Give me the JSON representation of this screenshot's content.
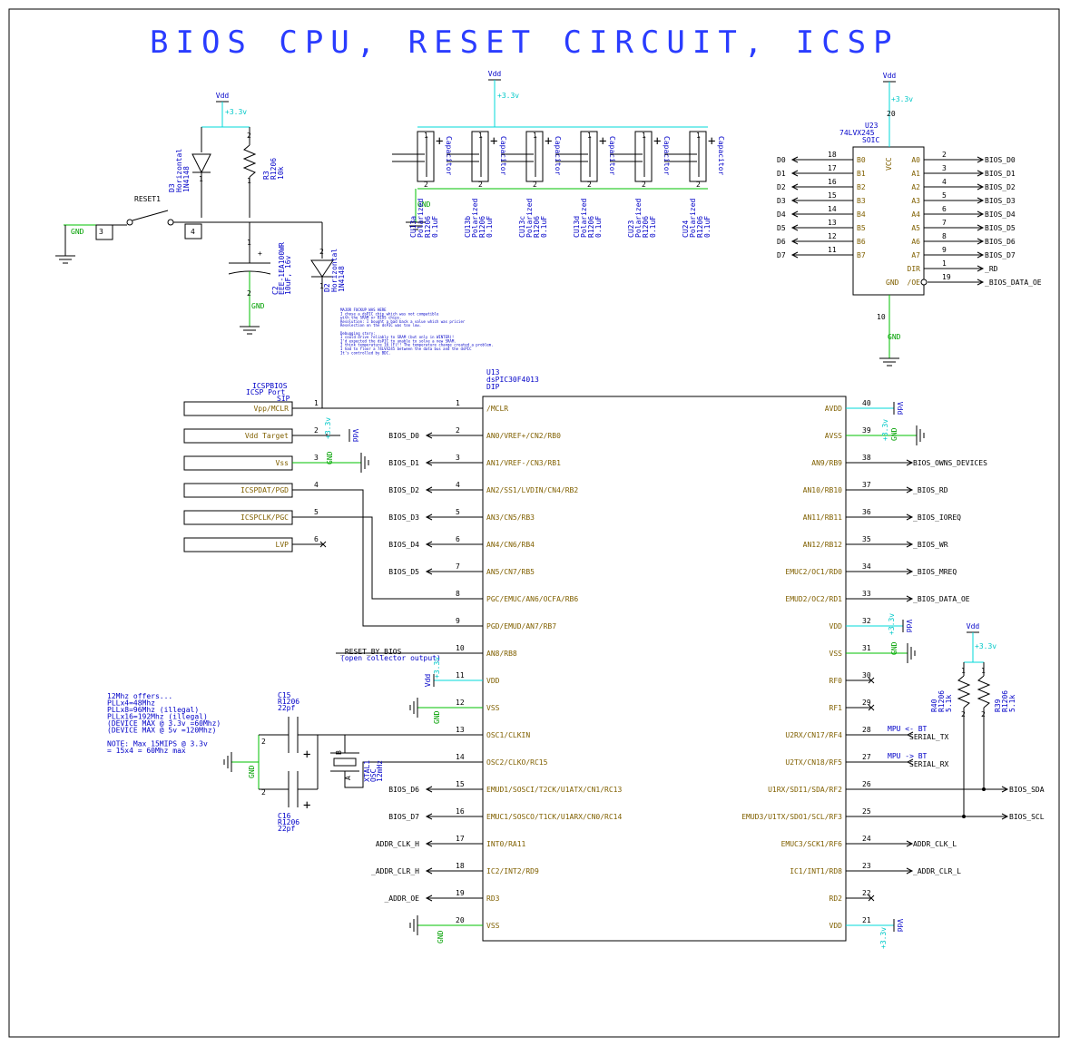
{
  "title": "BIOS CPU, RESET CIRCUIT, ICSP",
  "power": {
    "vdd": "Vdd",
    "v33": "+3.3v",
    "gnd": "GND"
  },
  "reset_circuit": {
    "switch": "RESET1",
    "sw_pins": [
      "3",
      "4"
    ],
    "d3": [
      "D3",
      "Horizontal",
      "1N4148"
    ],
    "r3": [
      "R3",
      "R1206",
      "10k"
    ],
    "c2": [
      "C2",
      "EEE-1EA100WR",
      "10uF, 16v"
    ],
    "d2": [
      "D2",
      "Horizontal",
      "1N4148"
    ],
    "pin1": "1",
    "pin2": "2"
  },
  "decoupling_caps": [
    {
      "ref": "CU13a",
      "pkg": "Polarized",
      "foot": "R1206",
      "val": "0.1uF",
      "type": "Capacitor"
    },
    {
      "ref": "CU13b",
      "pkg": "Polarized",
      "foot": "R1206",
      "val": "0.1uF",
      "type": "Capacitor"
    },
    {
      "ref": "CU13c",
      "pkg": "Polarized",
      "foot": "R1206",
      "val": "0.1uF",
      "type": "Capacitor"
    },
    {
      "ref": "CU13d",
      "pkg": "Polarized",
      "foot": "R1206",
      "val": "0.1uF",
      "type": "Capacitor"
    },
    {
      "ref": "CU23",
      "pkg": "Polarized",
      "foot": "R1206",
      "val": "0.1uF",
      "type": "Capacitor"
    },
    {
      "ref": "CU24",
      "pkg": "Polarized",
      "foot": "R1206",
      "val": "0.1uF",
      "type": "Capacitor"
    }
  ],
  "notes": [
    "MAJOR FUCKUP WAS HERE",
    "I chose a dsPIC chip which was not compatible",
    "with the SRAM or BIOS chips.",
    "Resolution: I bought a bad back a value which was pricier",
    "Reselection on the dsPIC was too low.",
    "",
    "Debugging story:",
    "I could drive reliably to SRAM (but only in WINTER)!",
    "I'd expected the dsPIC to unable to solve a new SRAM.",
    "I think temperature 16 (F)!! The temperature change created a problem.",
    "I had to floor a 74LVX245 between the data bus and the dsPIC",
    "It's controlled by BDC."
  ],
  "u23": {
    "ref": "U23",
    "part": "74LVX245",
    "pkg": "SOIC",
    "vcc": "VCC",
    "vcc_pin": "20",
    "gnd": "GND",
    "gnd_pin": "10",
    "b_pins": [
      {
        "pin": "18",
        "label": "B0",
        "net": "D0"
      },
      {
        "pin": "17",
        "label": "B1",
        "net": "D1"
      },
      {
        "pin": "16",
        "label": "B2",
        "net": "D2"
      },
      {
        "pin": "15",
        "label": "B3",
        "net": "D3"
      },
      {
        "pin": "14",
        "label": "B4",
        "net": "D4"
      },
      {
        "pin": "13",
        "label": "B5",
        "net": "D5"
      },
      {
        "pin": "12",
        "label": "B6",
        "net": "D6"
      },
      {
        "pin": "11",
        "label": "B7",
        "net": "D7"
      }
    ],
    "a_pins": [
      {
        "pin": "2",
        "label": "A0",
        "net": "BIOS_D0"
      },
      {
        "pin": "3",
        "label": "A1",
        "net": "BIOS_D1"
      },
      {
        "pin": "4",
        "label": "A2",
        "net": "BIOS_D2"
      },
      {
        "pin": "5",
        "label": "A3",
        "net": "BIOS_D3"
      },
      {
        "pin": "6",
        "label": "A4",
        "net": "BIOS_D4"
      },
      {
        "pin": "7",
        "label": "A5",
        "net": "BIOS_D5"
      },
      {
        "pin": "8",
        "label": "A6",
        "net": "BIOS_D6"
      },
      {
        "pin": "9",
        "label": "A7",
        "net": "BIOS_D7"
      },
      {
        "pin": "1",
        "label": "DIR",
        "net": "_RD"
      },
      {
        "pin": "19",
        "label": "/OE",
        "net": "_BIOS_DATA_OE"
      }
    ]
  },
  "icsp": {
    "ref": "ICSPBIOS",
    "desc": "ICSP Port",
    "pkg": "SIP",
    "pins": [
      {
        "pin": "1",
        "label": "Vpp/MCLR"
      },
      {
        "pin": "2",
        "label": "Vdd Target"
      },
      {
        "pin": "3",
        "label": "Vss"
      },
      {
        "pin": "4",
        "label": "ICSPDAT/PGD"
      },
      {
        "pin": "5",
        "label": "ICSPCLK/PGC"
      },
      {
        "pin": "6",
        "label": "LVP"
      }
    ]
  },
  "u13": {
    "ref": "U13",
    "part": "dsPIC30F4013",
    "pkg": "DIP",
    "left": [
      {
        "pin": "1",
        "label": "/MCLR",
        "net": ""
      },
      {
        "pin": "2",
        "label": "AN0/VREF+/CN2/RB0",
        "net": "BIOS_D0"
      },
      {
        "pin": "3",
        "label": "AN1/VREF-/CN3/RB1",
        "net": "BIOS_D1"
      },
      {
        "pin": "4",
        "label": "AN2/SS1/LVDIN/CN4/RB2",
        "net": "BIOS_D2"
      },
      {
        "pin": "5",
        "label": "AN3/CN5/RB3",
        "net": "BIOS_D3"
      },
      {
        "pin": "6",
        "label": "AN4/CN6/RB4",
        "net": "BIOS_D4"
      },
      {
        "pin": "7",
        "label": "AN5/CN7/RB5",
        "net": "BIOS_D5"
      },
      {
        "pin": "8",
        "label": "PGC/EMUC/AN6/OCFA/RB6",
        "net": ""
      },
      {
        "pin": "9",
        "label": "PGD/EMUD/AN7/RB7",
        "net": ""
      },
      {
        "pin": "10",
        "label": "AN8/RB8",
        "net": "_RESET_BY_BIOS"
      },
      {
        "pin": "11",
        "label": "VDD",
        "net": ""
      },
      {
        "pin": "12",
        "label": "VSS",
        "net": ""
      },
      {
        "pin": "13",
        "label": "OSC1/CLKIN",
        "net": ""
      },
      {
        "pin": "14",
        "label": "OSC2/CLKO/RC15",
        "net": ""
      },
      {
        "pin": "15",
        "label": "EMUD1/SOSCI/T2CK/U1ATX/CN1/RC13",
        "net": "BIOS_D6"
      },
      {
        "pin": "16",
        "label": "EMUC1/SOSCO/T1CK/U1ARX/CN0/RC14",
        "net": "BIOS_D7"
      },
      {
        "pin": "17",
        "label": "INT0/RA11",
        "net": "ADDR_CLK_H"
      },
      {
        "pin": "18",
        "label": "IC2/INT2/RD9",
        "net": "_ADDR_CLR_H"
      },
      {
        "pin": "19",
        "label": "RD3",
        "net": "_ADDR_OE"
      },
      {
        "pin": "20",
        "label": "VSS",
        "net": ""
      }
    ],
    "right": [
      {
        "pin": "40",
        "label": "AVDD",
        "net": ""
      },
      {
        "pin": "39",
        "label": "AVSS",
        "net": ""
      },
      {
        "pin": "38",
        "label": "AN9/RB9",
        "net": "BIOS_OWNS_DEVICES"
      },
      {
        "pin": "37",
        "label": "AN10/RB10",
        "net": "_BIOS_RD"
      },
      {
        "pin": "36",
        "label": "AN11/RB11",
        "net": "_BIOS_IOREQ"
      },
      {
        "pin": "35",
        "label": "AN12/RB12",
        "net": "_BIOS_WR"
      },
      {
        "pin": "34",
        "label": "EMUC2/OC1/RD0",
        "net": "_BIOS_MREQ"
      },
      {
        "pin": "33",
        "label": "EMUD2/OC2/RD1",
        "net": "_BIOS_DATA_OE"
      },
      {
        "pin": "32",
        "label": "VDD",
        "net": ""
      },
      {
        "pin": "31",
        "label": "VSS",
        "net": ""
      },
      {
        "pin": "30",
        "label": "RF0",
        "net": ""
      },
      {
        "pin": "29",
        "label": "RF1",
        "net": ""
      },
      {
        "pin": "28",
        "label": "U2RX/CN17/RF4",
        "net": "SERIAL_TX"
      },
      {
        "pin": "27",
        "label": "U2TX/CN18/RF5",
        "net": "SERIAL_RX"
      },
      {
        "pin": "26",
        "label": "U1RX/SDI1/SDA/RF2",
        "net": "BIOS_SDA"
      },
      {
        "pin": "25",
        "label": "EMUD3/U1TX/SDO1/SCL/RF3",
        "net": "BIOS_SCL"
      },
      {
        "pin": "24",
        "label": "EMUC3/SCK1/RF6",
        "net": "ADDR_CLK_L"
      },
      {
        "pin": "23",
        "label": "IC1/INT1/RD8",
        "net": "_ADDR_CLR_L"
      },
      {
        "pin": "22",
        "label": "RD2",
        "net": ""
      },
      {
        "pin": "21",
        "label": "VDD",
        "net": ""
      }
    ],
    "open_collector_note": "(open collector output)",
    "mpu_bt": "MPU <- BT",
    "mpu_bt2": "MPU -> BT"
  },
  "osc": {
    "c15": [
      "C15",
      "R1206",
      "22pf"
    ],
    "c16": [
      "C16",
      "R1206",
      "22pf"
    ],
    "xtal": [
      "XTAL1",
      "OSC",
      "12mHz"
    ],
    "notes": [
      "12Mhz offers...",
      "PLLx4=48Mhz",
      "PLLx8=96Mhz (illegal)",
      "PLLx16=192Mhz (illegal)",
      "(DEVICE MAX @ 3.3v =60Mhz)",
      "(DEVICE MAX @ 5v =120Mhz)",
      "",
      "NOTE: Max 15MIPS @ 3.3v",
      "  = 15x4 = 60Mhz max"
    ]
  },
  "pullups": {
    "r40": [
      "R40",
      "R1206",
      "5.1k"
    ],
    "r39": [
      "R39",
      "R1206",
      "5.1k"
    ]
  }
}
